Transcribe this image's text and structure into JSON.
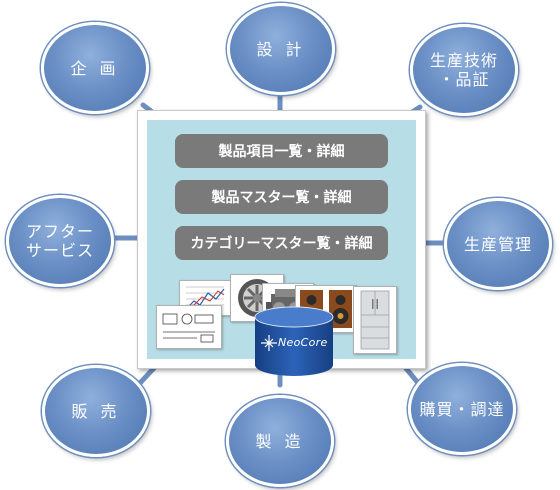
{
  "bubbles": {
    "planning": "企 画",
    "design": "設 計",
    "production_engineering": "生産技術\n・品証",
    "after_service": "アフター\nサービス",
    "production_management": "生産管理",
    "sales": "販 売",
    "manufacturing": "製 造",
    "procurement": "購買・調達"
  },
  "center": {
    "pills": [
      "製品項目一覧・詳細",
      "製品マスター覧・詳細",
      "カテゴリーマスター覧・詳細"
    ],
    "logo_text": "NeoCore"
  },
  "colors": {
    "bubble": "#6b90c6",
    "connector": "#6d8fc0",
    "panel": "#b7dde6",
    "pill": "#7a7a7a",
    "database": "#1f4f9a"
  },
  "icons": [
    "chart-doc-icon",
    "wheel-icon",
    "engine-icon",
    "speaker-icon",
    "refrigerator-icon",
    "schematic-doc-icon",
    "database-icon"
  ]
}
